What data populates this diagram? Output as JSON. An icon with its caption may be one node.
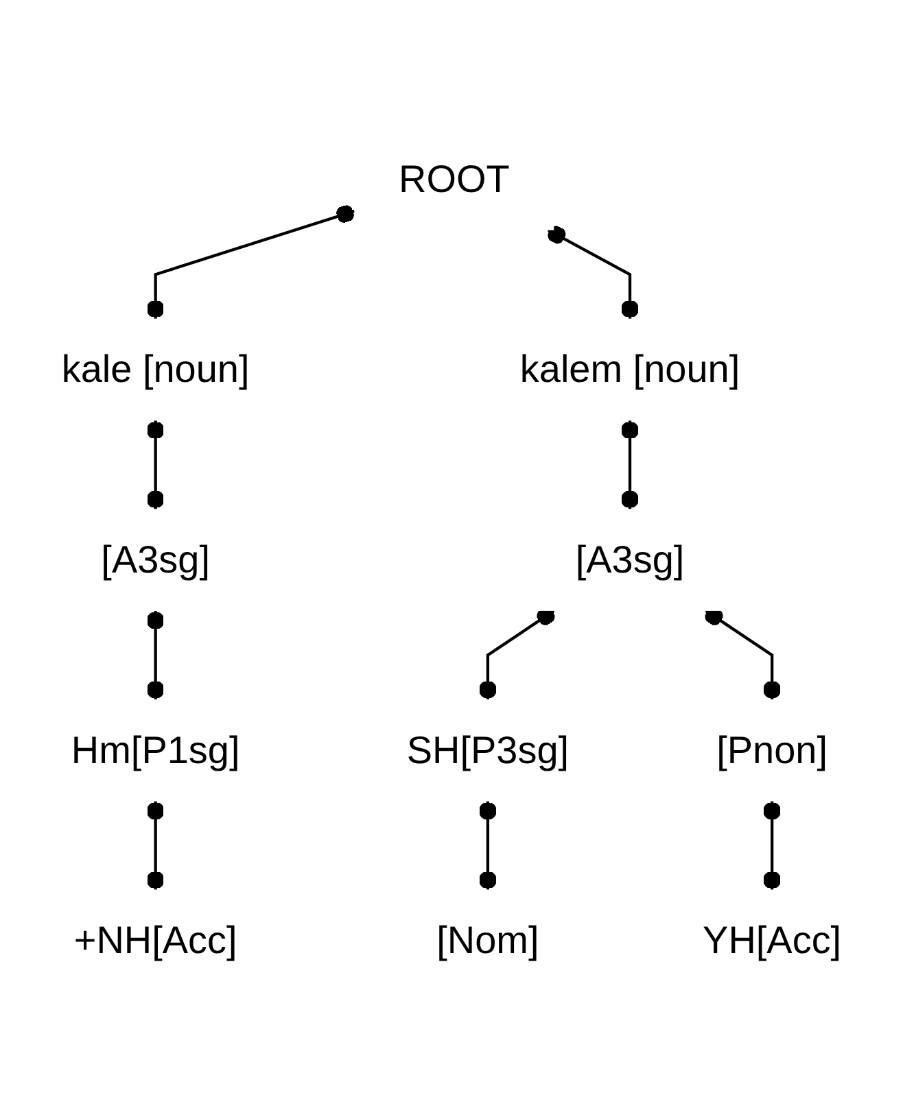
{
  "diagram": {
    "nodes": [
      {
        "text": [
          "ROOT"
        ]
      },
      {
        "text": [
          "kale [noun]"
        ]
      },
      {
        "text": [
          "kalem [noun]"
        ]
      },
      {
        "text": [
          "[A3sg]"
        ]
      },
      {
        "text": [
          "[A3sg]"
        ]
      },
      {
        "text": [
          "Hm[P1sg]"
        ]
      },
      {
        "text": [
          "SH[P3sg]"
        ]
      },
      {
        "text": [
          "[Pnon]"
        ]
      },
      {
        "text": [
          "+NH[Acc]"
        ]
      },
      {
        "text": [
          "[Nom]"
        ]
      },
      {
        "text": [
          "YH[Acc]"
        ]
      }
    ],
    "edges": [
      {
        "from": 0,
        "to": 1,
        "arrow": "other"
      },
      {
        "from": 0,
        "to": 2,
        "arrow": "other"
      },
      {
        "from": 1,
        "to": 3,
        "arrow": "other"
      },
      {
        "from": 2,
        "to": 4,
        "arrow": "other"
      },
      {
        "from": 3,
        "to": 5,
        "arrow": "other"
      },
      {
        "from": 4,
        "to": 6,
        "arrow": "other"
      },
      {
        "from": 4,
        "to": 7,
        "arrow": "other"
      },
      {
        "from": 5,
        "to": 8,
        "arrow": "other"
      },
      {
        "from": 6,
        "to": 9,
        "arrow": "other"
      },
      {
        "from": 7,
        "to": 10,
        "arrow": "other"
      }
    ]
  }
}
